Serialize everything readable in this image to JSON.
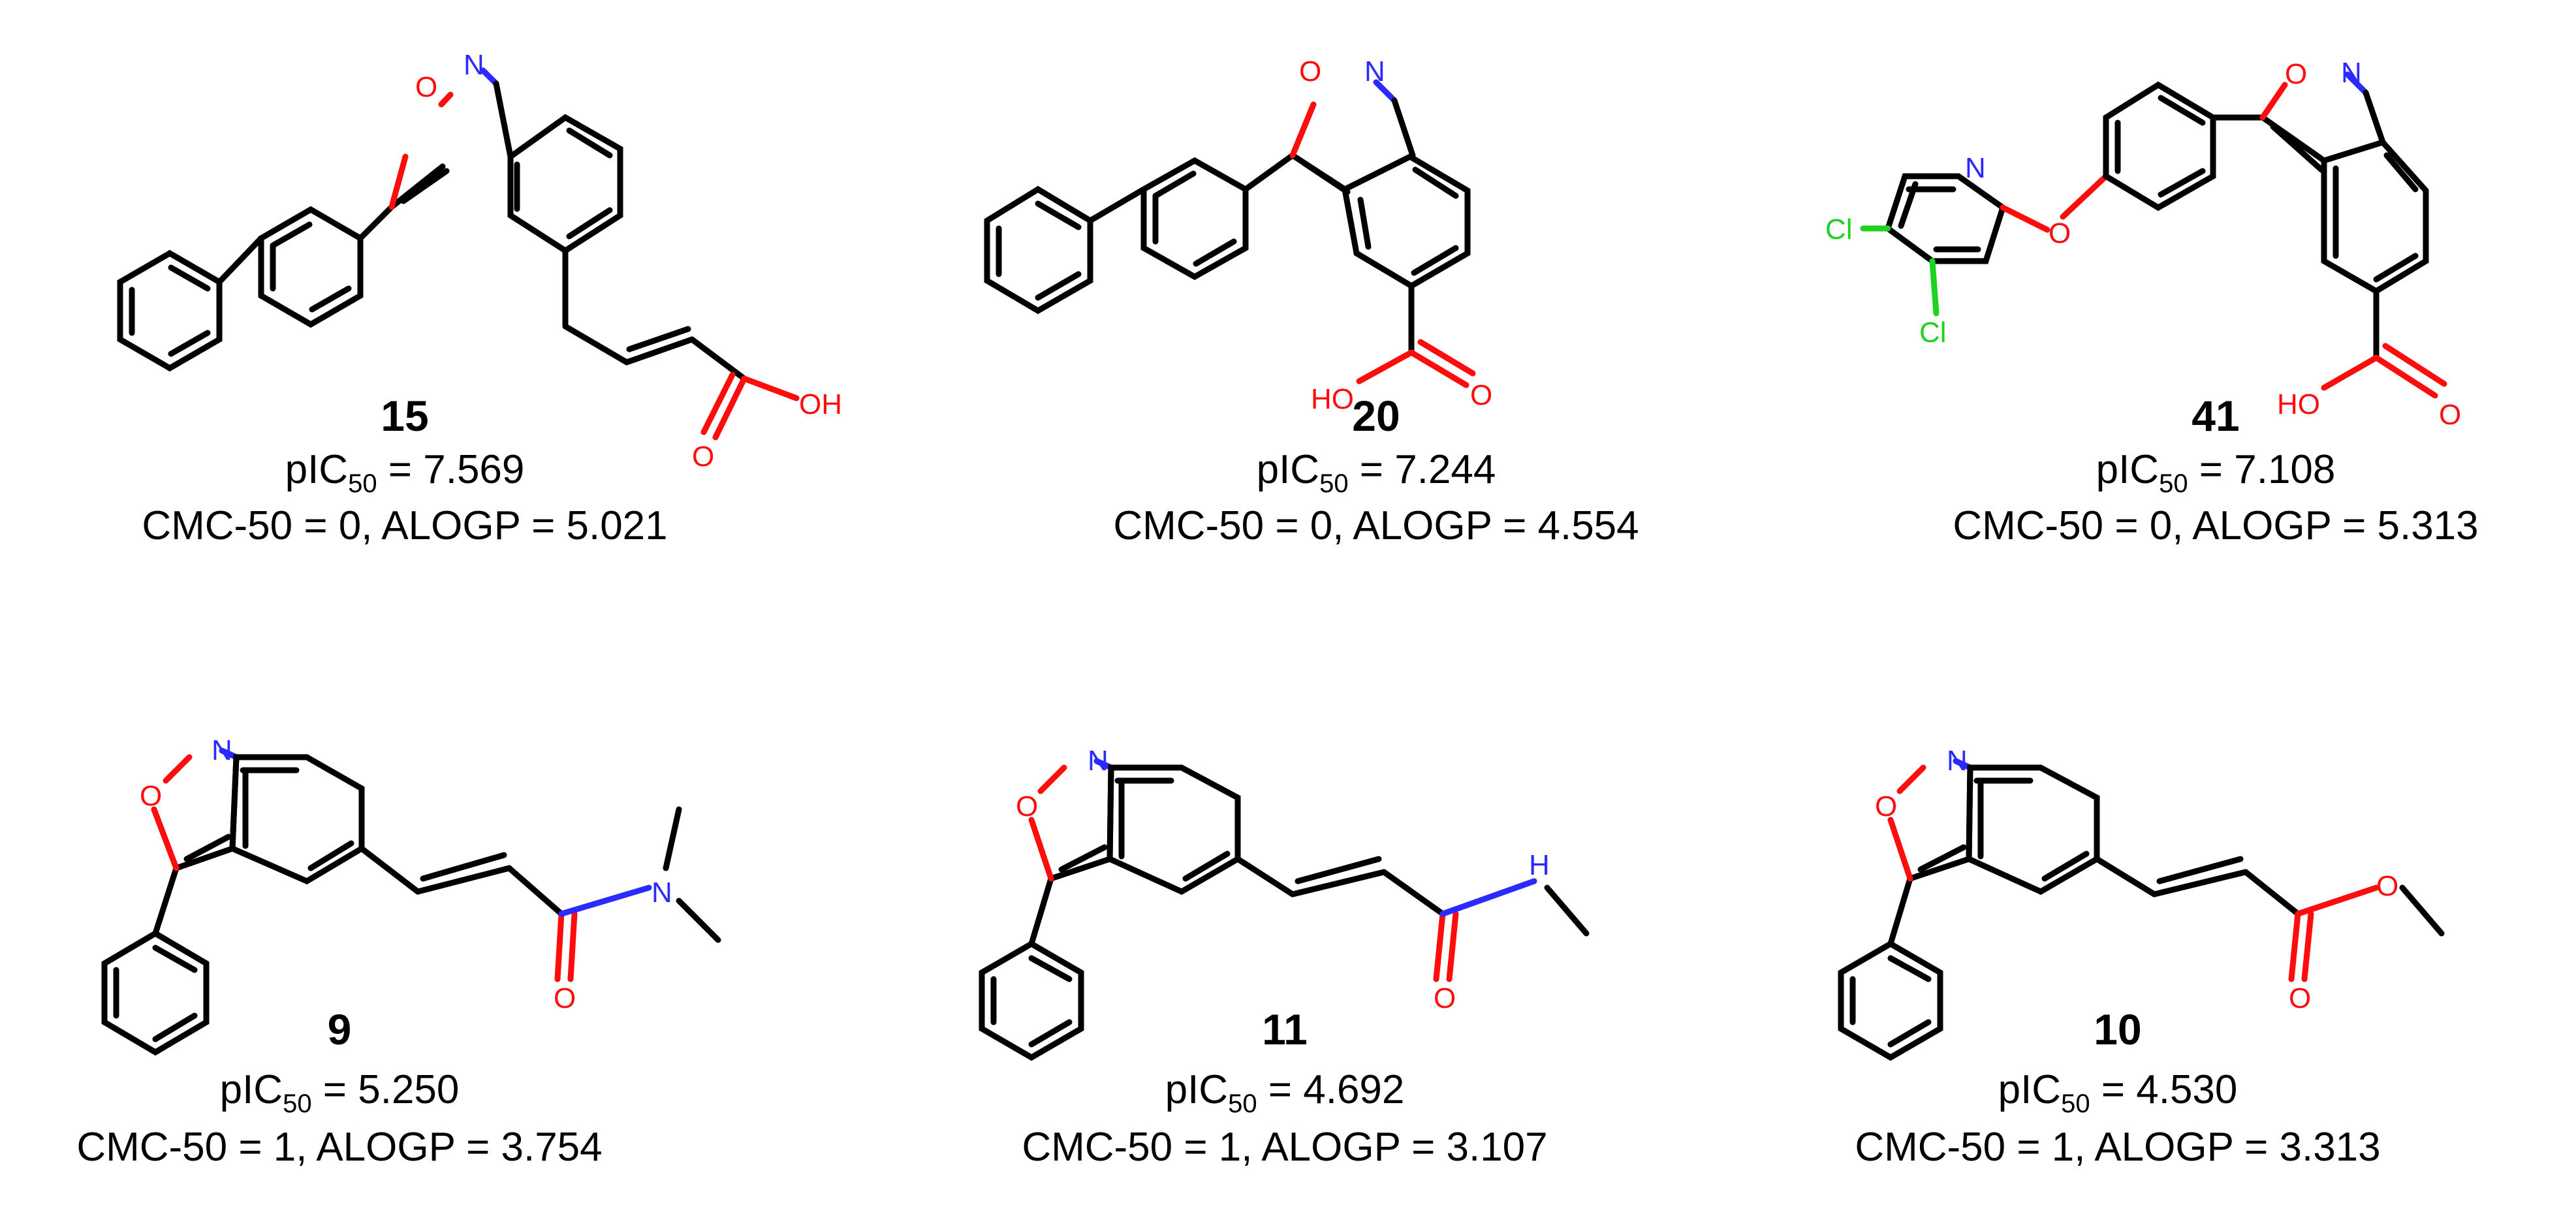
{
  "colors": {
    "oxygen": "#ff0d0d",
    "nitrogen": "#2b2bff",
    "chlorine": "#1fd21f",
    "bond": "#000000"
  },
  "atoms": {
    "O": "O",
    "N": "N",
    "OH": "OH",
    "HO": "HO",
    "H": "H",
    "Cl": "Cl"
  },
  "compounds": [
    {
      "id": "15",
      "pic50_prefix": "pIC",
      "pic50_sub": "50",
      "pic50_value": " = 7.569",
      "props": "CMC-50 = 0, ALOGP = 5.021"
    },
    {
      "id": "20",
      "pic50_prefix": "pIC",
      "pic50_sub": "50",
      "pic50_value": " = 7.244",
      "props": "CMC-50 = 0, ALOGP = 4.554"
    },
    {
      "id": "41",
      "pic50_prefix": "pIC",
      "pic50_sub": "50",
      "pic50_value": " = 7.108",
      "props": "CMC-50 = 0, ALOGP = 5.313"
    },
    {
      "id": "9",
      "pic50_prefix": "pIC",
      "pic50_sub": "50",
      "pic50_value": " = 5.250",
      "props": "CMC-50 = 1, ALOGP = 3.754"
    },
    {
      "id": "11",
      "pic50_prefix": "pIC",
      "pic50_sub": "50",
      "pic50_value": " = 4.692",
      "props": "CMC-50 = 1, ALOGP = 3.107"
    },
    {
      "id": "10",
      "pic50_prefix": "pIC",
      "pic50_sub": "50",
      "pic50_value": " = 4.530",
      "props": "CMC-50 = 1, ALOGP = 3.313"
    }
  ]
}
